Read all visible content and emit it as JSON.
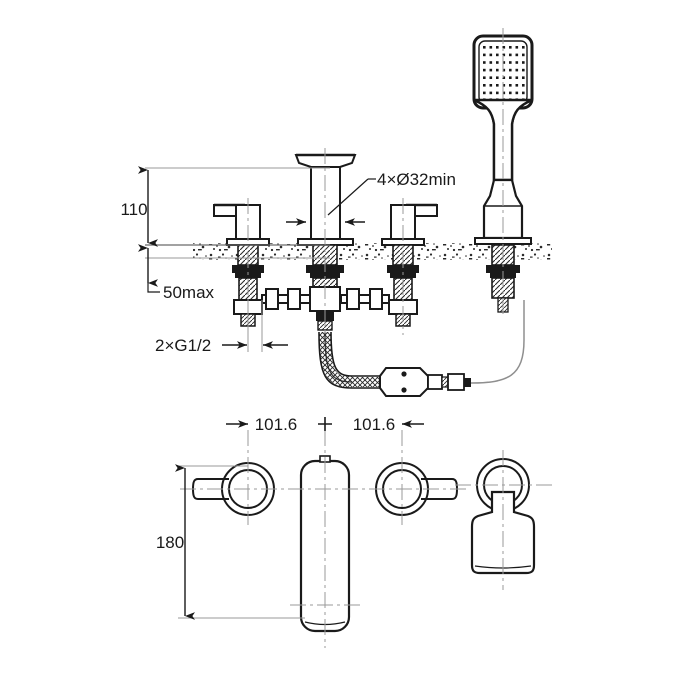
{
  "drawing": {
    "type": "technical-dimensional-drawing",
    "subject": "4-hole deck-mounted bath/tub filler set with handheld shower",
    "background_color": "#ffffff",
    "line_color": "#1a1a1a",
    "centerline_color": "#9a9a9a"
  },
  "dimensions": {
    "height_above_deck": "110",
    "deck_thickness_max": "50max",
    "inlet_thread": "2×G1/2",
    "mounting_holes": "4×Ø32min",
    "spacing_left": "101.6",
    "spacing_right": "101.6",
    "spout_length": "180"
  },
  "views": {
    "elevation": {
      "name": "front-elevation-view",
      "components": [
        "left-lever-handle-valve",
        "center-spout",
        "right-lever-handle-valve",
        "deck-counter-section",
        "connecting-manifold-crossbar",
        "flexible-braided-hose",
        "diverter-coupling",
        "handheld-shower"
      ]
    },
    "plan": {
      "name": "top-plan-view",
      "components": [
        "left-handle-plan",
        "spout-plan",
        "right-handle-plan",
        "handheld-shower-holder-plan"
      ]
    }
  },
  "shower_head": {
    "name": "handheld-shower",
    "face_shape": "rounded-rectangle",
    "nozzle_columns": 7,
    "nozzle_rows": 8
  }
}
